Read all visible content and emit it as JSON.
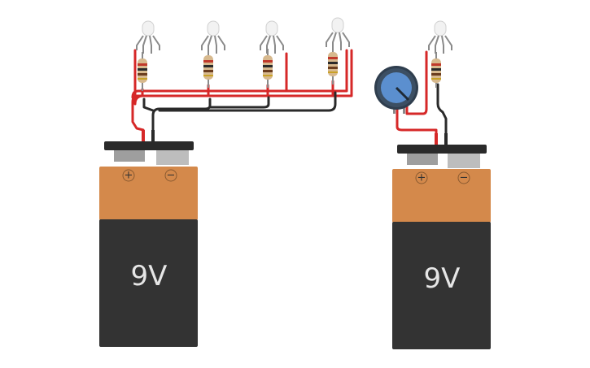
{
  "colors": {
    "wire_red": "#d62828",
    "wire_black": "#2a2a2a",
    "battery_body": "#333333",
    "battery_top": "#d4894b",
    "battery_cap": "#2a2a2a",
    "terminal": "#9e9e9e",
    "resistor_body": "#d7b98e",
    "pot_knob": "#5b8fcf",
    "led_lens": "#f2f2f2",
    "lead": "#8a8a8a"
  },
  "batteries": [
    {
      "label": "9V",
      "plus": "+",
      "minus": "−"
    },
    {
      "label": "9V",
      "plus": "+",
      "minus": "−"
    }
  ],
  "components": {
    "rgb_led_count": 5,
    "resistor_count": 5,
    "potentiometer_count": 1,
    "led_icon": "rgb-led-icon",
    "resistor_icon": "resistor-icon",
    "pot_icon": "potentiometer-icon"
  }
}
